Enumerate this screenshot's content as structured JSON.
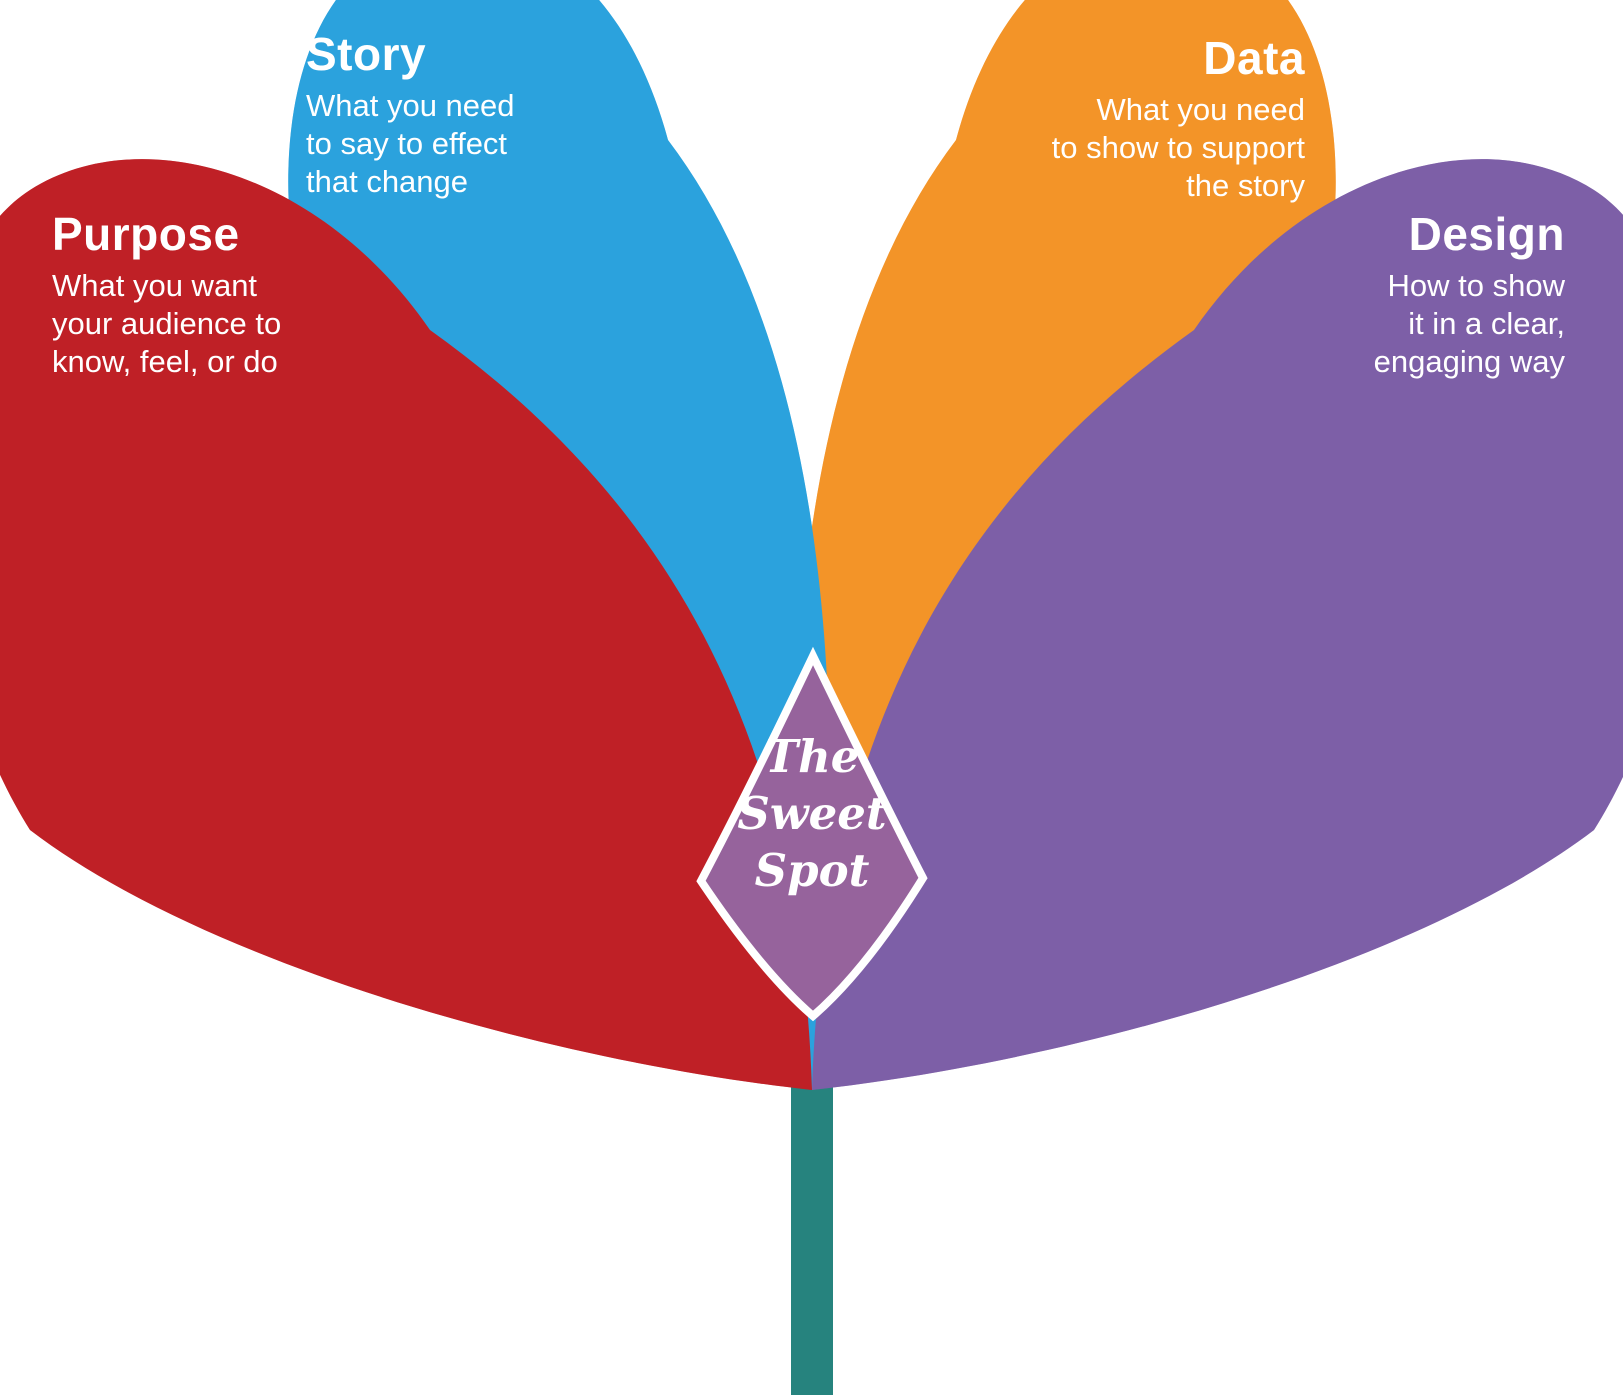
{
  "diagram": {
    "title": "Data storytelling sweet spot flower diagram",
    "petals": [
      {
        "id": "purpose",
        "title": "Purpose",
        "color": "#bf2026",
        "lines": [
          "What you want",
          "your audience to",
          "know, feel, or do"
        ]
      },
      {
        "id": "story",
        "title": "Story",
        "color": "#2ba2dd",
        "lines": [
          "What you need",
          "to say to effect",
          "that change"
        ]
      },
      {
        "id": "data",
        "title": "Data",
        "color": "#f39428",
        "lines": [
          "What you need",
          "to show to support",
          "the story"
        ]
      },
      {
        "id": "design",
        "title": "Design",
        "color": "#7d5fa7",
        "lines": [
          "How to show",
          "it in a clear,",
          "engaging way"
        ]
      }
    ],
    "center": {
      "lines": [
        "The",
        "Sweet",
        "Spot"
      ],
      "fill": "#96639c",
      "border": "#ffffff"
    },
    "stem": {
      "color": "#26837e"
    }
  }
}
